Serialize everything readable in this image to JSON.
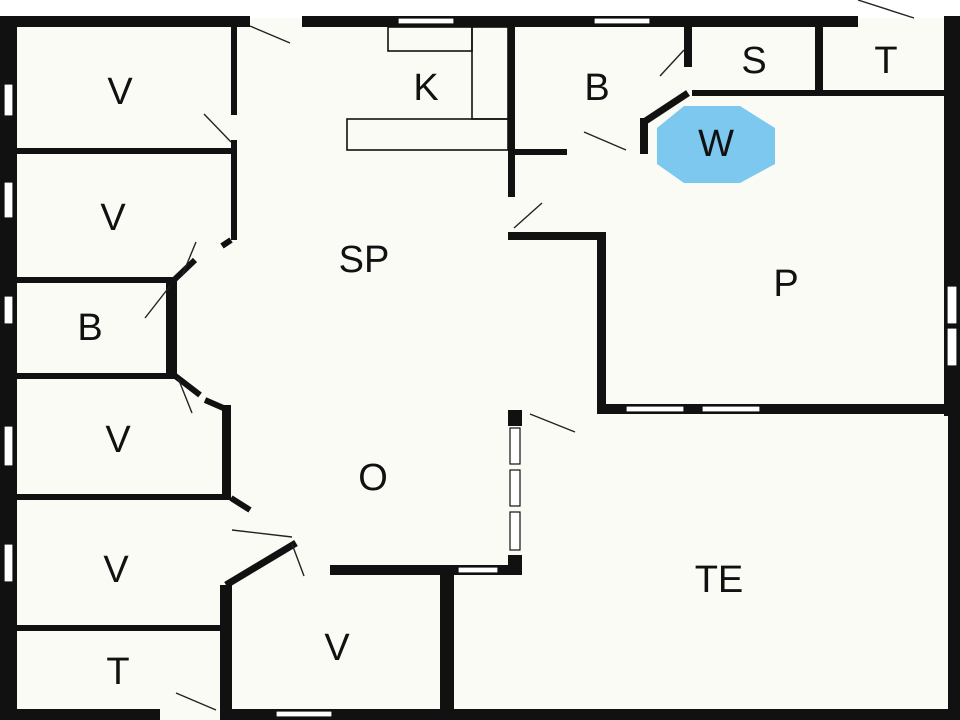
{
  "colors": {
    "floor": "#fbfbf6",
    "wall": "#111111",
    "marker": "#7cc8ee"
  },
  "rooms": {
    "v1": "V",
    "v2": "V",
    "b_left": "B",
    "v3": "V",
    "v4": "V",
    "t_bottom": "T",
    "v_bottom": "V",
    "sp": "SP",
    "o": "O",
    "k": "K",
    "b_top": "B",
    "s": "S",
    "t_top": "T",
    "w": "W",
    "p": "P",
    "te": "TE"
  }
}
